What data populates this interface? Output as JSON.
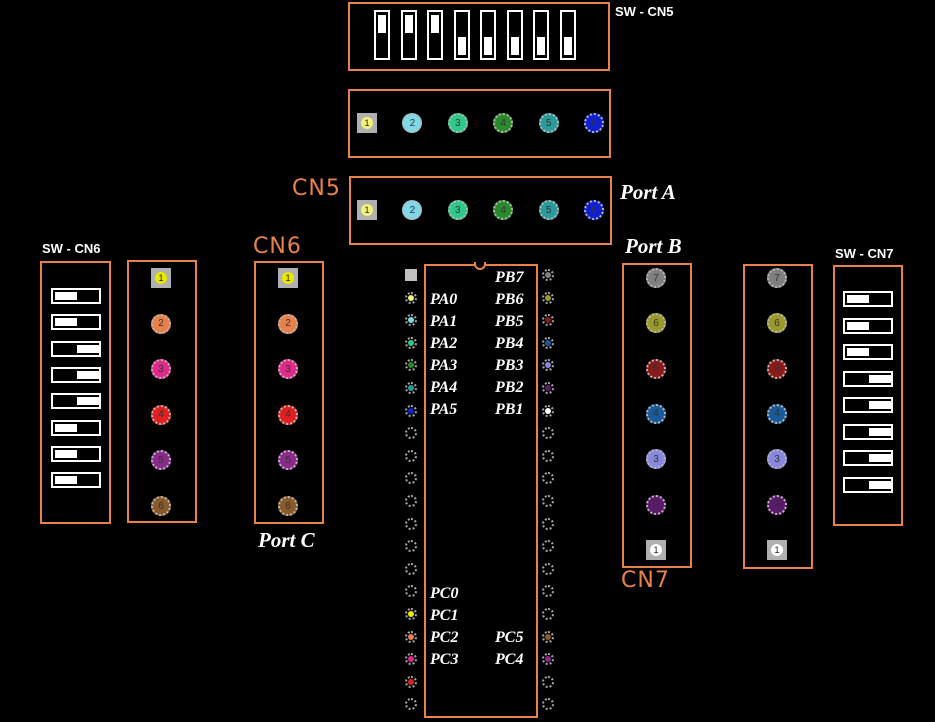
{
  "labels": {
    "sw_cn5": "SW - CN5",
    "sw_cn6": "SW - CN6",
    "sw_cn7": "SW - CN7",
    "cn5": "CN5",
    "cn6": "CN6",
    "cn7": "CN7",
    "port_a": "Port A",
    "port_b": "Port B",
    "port_c": "Port C"
  },
  "sw_cn5_switches": [
    "up",
    "up",
    "up",
    "down",
    "down",
    "down",
    "down",
    "down"
  ],
  "sw_cn6_switches": [
    "left",
    "left",
    "right",
    "right",
    "right",
    "left",
    "left",
    "left"
  ],
  "sw_cn7_switches": [
    "left",
    "left",
    "left",
    "right",
    "right",
    "right",
    "right",
    "right"
  ],
  "pin_colors": {
    "1": "#f2f27a",
    "2": "#7fd8e8",
    "3": "#2ec98a",
    "4": "#2a8a2a",
    "5": "#2a9a9a",
    "6": "#1020d0",
    "c1": "#e8e800",
    "c2": "#e8804a",
    "c3": "#e02a8a",
    "c4": "#e02020",
    "c5": "#8a2a8a",
    "c6": "#8a5a2a",
    "b7": "#808080",
    "b6": "#9a9a2a",
    "b5": "#8a1a1a",
    "b4": "#1a5a9a",
    "b3": "#8888e0",
    "b2": "#5a1a6a",
    "b1": "#ffffff"
  },
  "pins": {
    "n1": "1",
    "n2": "2",
    "n3": "3",
    "n4": "4",
    "n5": "5",
    "n6": "6",
    "n7": "7"
  },
  "ic": {
    "left_labels": {
      "pa0": "PA0",
      "pa1": "PA1",
      "pa2": "PA2",
      "pa3": "PA3",
      "pa4": "PA4",
      "pa5": "PA5",
      "pc0": "PC0",
      "pc1": "PC1",
      "pc2": "PC2",
      "pc3": "PC3"
    },
    "right_labels": {
      "pb7": "PB7",
      "pb6": "PB6",
      "pb5": "PB5",
      "pb4": "PB4",
      "pb3": "PB3",
      "pb2": "PB2",
      "pb1": "PB1",
      "pc5": "PC5",
      "pc4": "PC4"
    }
  }
}
